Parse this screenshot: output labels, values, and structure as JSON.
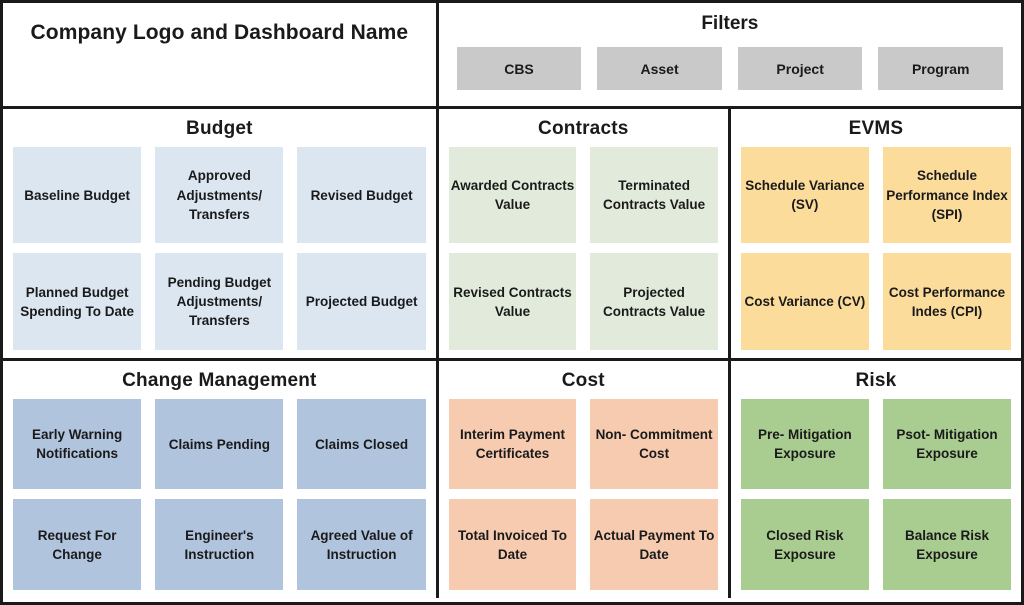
{
  "header": {
    "logo_title": "Company Logo and Dashboard Name",
    "filters_title": "Filters",
    "filters": [
      {
        "label": "CBS"
      },
      {
        "label": "Asset"
      },
      {
        "label": "Project"
      },
      {
        "label": "Program"
      }
    ]
  },
  "colors": {
    "budget_tile": "#dce6f1",
    "contracts_tile": "#e2ebdb",
    "evms_tile": "#fbdc9b",
    "change_tile": "#b0c4de",
    "cost_tile": "#f7cbb0",
    "risk_tile": "#a9cd90",
    "filter_button": "#c9c9c9",
    "border": "#1a1a1a",
    "background": "#ffffff",
    "text": "#1a1a1a"
  },
  "panels": {
    "budget": {
      "title": "Budget",
      "tiles": [
        "Baseline Budget",
        "Approved Adjustments/ Transfers",
        "Revised Budget",
        "Planned Budget Spending To Date",
        "Pending Budget Adjustments/ Transfers",
        "Projected Budget"
      ]
    },
    "contracts": {
      "title": "Contracts",
      "tiles": [
        "Awarded Contracts Value",
        "Terminated Contracts Value",
        "Revised Contracts Value",
        "Projected Contracts Value"
      ]
    },
    "evms": {
      "title": "EVMS",
      "tiles": [
        "Schedule Variance (SV)",
        "Schedule Performance Index (SPI)",
        "Cost Variance (CV)",
        "Cost Performance Indes (CPI)"
      ]
    },
    "change_management": {
      "title": "Change Management",
      "tiles": [
        "Early Warning Notifications",
        "Claims Pending",
        "Claims Closed",
        "Request For Change",
        "Engineer's Instruction",
        "Agreed Value of Instruction"
      ]
    },
    "cost": {
      "title": "Cost",
      "tiles": [
        "Interim Payment Certificates",
        "Non- Commitment Cost",
        "Total Invoiced To Date",
        "Actual Payment To Date"
      ]
    },
    "risk": {
      "title": "Risk",
      "tiles": [
        "Pre- Mitigation Exposure",
        "Psot- Mitigation Exposure",
        "Closed Risk Exposure",
        "Balance Risk Exposure"
      ]
    }
  }
}
